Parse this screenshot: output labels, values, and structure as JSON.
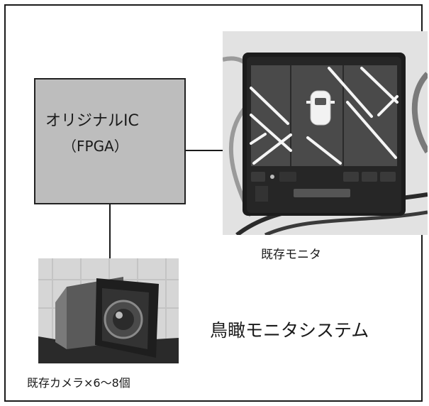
{
  "diagram": {
    "ic_box": {
      "line1": "オリジナルIC",
      "line2": "（FPGA）"
    },
    "monitor_caption": "既存モニタ",
    "camera_caption": "既存カメラ×6〜8個",
    "system_title": "鳥瞰モニタシステム"
  }
}
